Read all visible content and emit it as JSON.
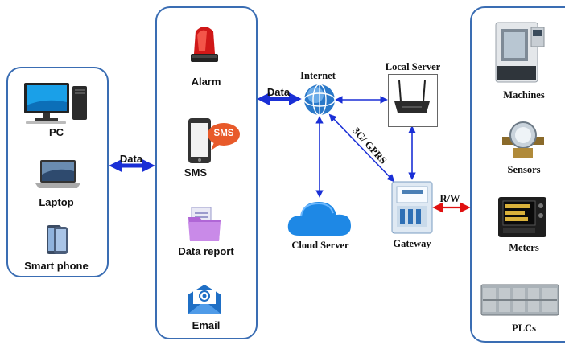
{
  "left_panel": {
    "items": [
      {
        "label": "PC",
        "icon": "desktop-computer-icon"
      },
      {
        "label": "Laptop",
        "icon": "laptop-icon"
      },
      {
        "label": "Smart phone",
        "icon": "smartphone-icon"
      }
    ]
  },
  "middle_panel": {
    "items": [
      {
        "label": "Alarm",
        "icon": "siren-icon"
      },
      {
        "label": "SMS",
        "icon": "sms-phone-icon"
      },
      {
        "label": "Data report",
        "icon": "folder-report-icon"
      },
      {
        "label": "Email",
        "icon": "email-icon"
      }
    ],
    "sms_badge": "SMS"
  },
  "network": {
    "internet": "Internet",
    "local_server": "Local Server",
    "cloud_server": "Cloud Server",
    "gateway": "Gateway",
    "link_3g": "3G/ GPRS",
    "link_rw": "R/W",
    "data_left": "Data",
    "data_mid": "Data"
  },
  "right_panel": {
    "items": [
      {
        "label": "Machines",
        "icon": "cnc-machine-icon"
      },
      {
        "label": "Sensors",
        "icon": "sensor-icon"
      },
      {
        "label": "Meters",
        "icon": "power-meter-icon"
      },
      {
        "label": "PLCs",
        "icon": "plc-icon"
      }
    ]
  },
  "colors": {
    "panel_border": "#3a6db3",
    "blue_arrow": "#1a2fd6",
    "red_arrow": "#e01010",
    "cloud": "#1e88e5"
  }
}
